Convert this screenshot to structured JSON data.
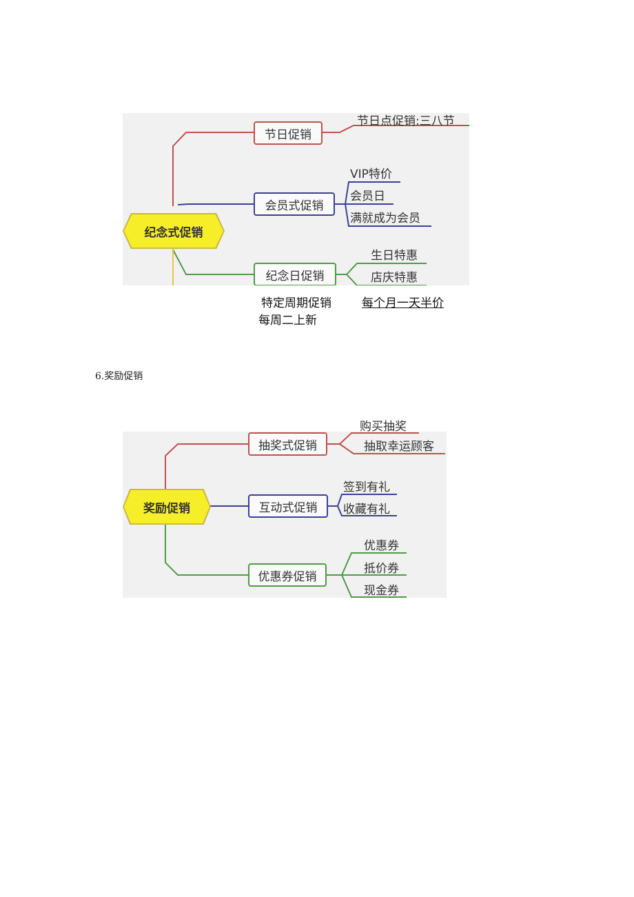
{
  "mindmap1": {
    "center": "纪念式促销",
    "branches": [
      {
        "label": "节日促销",
        "leaves": [
          "节日点促销:三八节"
        ]
      },
      {
        "label": "会员式促销",
        "leaves": [
          "VIP特价",
          "会员日",
          "满就成为会员"
        ]
      },
      {
        "label": "纪念日促销",
        "leaves": [
          "生日特惠",
          "店庆特惠"
        ]
      }
    ],
    "below": {
      "line1": "特定周期促销",
      "line1_right": "每个月一天半价",
      "line2": "每周二上新"
    }
  },
  "section6": {
    "title": "6.奖励促销"
  },
  "mindmap2": {
    "center": "奖励促销",
    "above_leaf": "购买抽奖",
    "branches": [
      {
        "label": "抽奖式促销",
        "leaves": [
          "抽取幸运顾客"
        ]
      },
      {
        "label": "互动式促销",
        "leaves": [
          "签到有礼",
          "收藏有礼"
        ]
      },
      {
        "label": "优惠券促销",
        "leaves": [
          "优惠券",
          "抵价券",
          "现金券"
        ]
      }
    ]
  },
  "colors": {
    "red": "#c0504d",
    "blue": "#3a3f9a",
    "green": "#4f9a46",
    "yellow": "#f7ee2a"
  }
}
